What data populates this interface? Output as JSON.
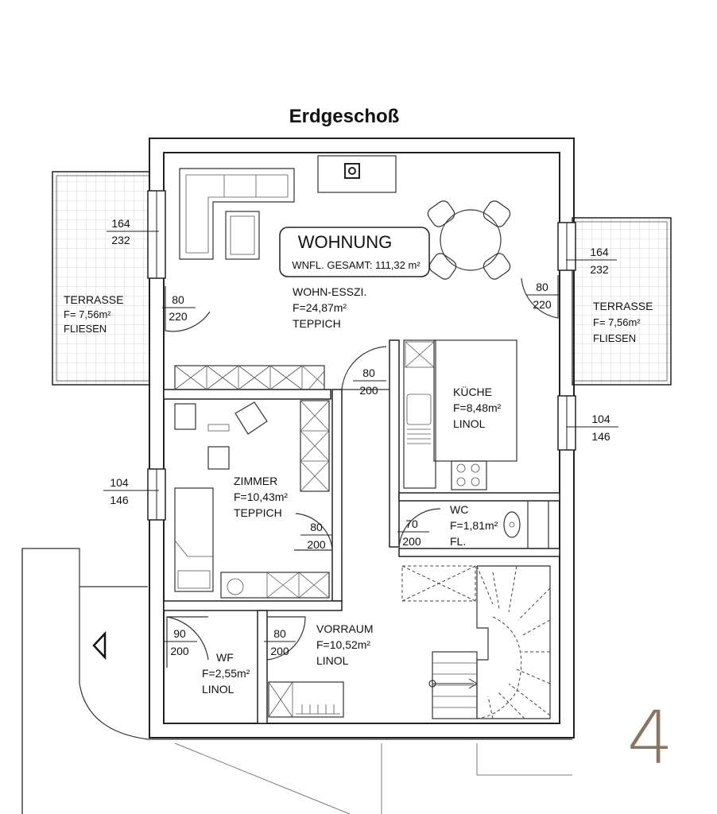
{
  "title": "Erdgeschoß",
  "apartment": {
    "name": "WOHNUNG",
    "area_label": "WNFL. GESAMT: 111,32 m²"
  },
  "rooms": {
    "wohn": {
      "name": "WOHN-ESSZI.",
      "area": "F=24,87m²",
      "floor": "TEPPICH"
    },
    "kueche": {
      "name": "KÜCHE",
      "area": "F=8,48m²",
      "floor": "LINOL"
    },
    "zimmer": {
      "name": "ZIMMER",
      "area": "F=10,43m²",
      "floor": "TEPPICH"
    },
    "wc": {
      "name": "WC",
      "area": "F=1,81m²",
      "floor": "FL."
    },
    "vorraum": {
      "name": "VORRAUM",
      "area": "F=10,52m²",
      "floor": "LINOL"
    },
    "wf": {
      "name": "WF",
      "area": "F=2,55m²",
      "floor": "LINOL"
    },
    "terrasse_left": {
      "name": "TERRASSE",
      "area": "F= 7,56m²",
      "floor": "FLIESEN"
    },
    "terrasse_right": {
      "name": "TERRASSE",
      "area": "F= 7,56m²",
      "floor": "FLIESEN"
    }
  },
  "windows": [
    {
      "id": "w-left-top",
      "width": "164",
      "height": "232"
    },
    {
      "id": "w-right-top",
      "width": "164",
      "height": "232"
    },
    {
      "id": "w-right-kitchen",
      "width": "104",
      "height": "146"
    },
    {
      "id": "w-left-zimmer",
      "width": "104",
      "height": "146"
    }
  ],
  "doors": [
    {
      "id": "d-terrace-left",
      "width": "80",
      "height": "220"
    },
    {
      "id": "d-terrace-right",
      "width": "80",
      "height": "220"
    },
    {
      "id": "d-kitchen",
      "width": "80",
      "height": "200"
    },
    {
      "id": "d-zimmer",
      "width": "80",
      "height": "200"
    },
    {
      "id": "d-wc",
      "width": "70",
      "height": "200"
    },
    {
      "id": "d-wf",
      "width": "90",
      "height": "200"
    },
    {
      "id": "d-vorraum",
      "width": "80",
      "height": "200"
    }
  ],
  "page_number": "4",
  "colors": {
    "walls": "#222222",
    "page_number": "#8a7560",
    "terrace_grid": "#cccccc"
  }
}
